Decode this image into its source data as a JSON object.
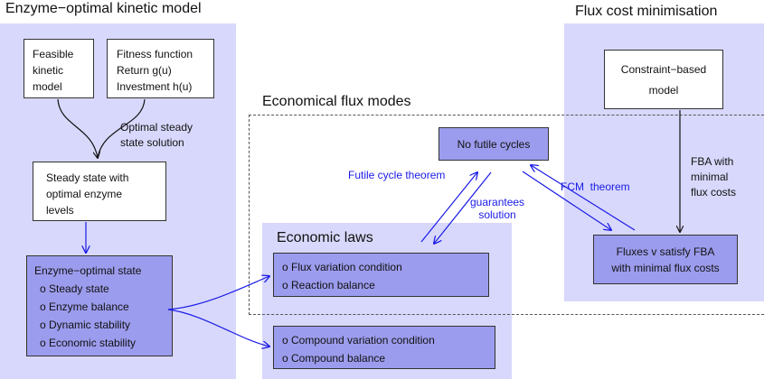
{
  "left_panel": {
    "title": "Enzyme−optimal kinetic model",
    "feasible_model": [
      "Feasible",
      "kinetic",
      "model"
    ],
    "fitness_function": [
      "Fitness function",
      "Return g(u)",
      "Investment h(u)"
    ],
    "optimal_label": [
      "Optimal steady",
      "state solution"
    ],
    "steady_state": [
      "Steady state with",
      "optimal enzyme",
      "levels"
    ],
    "enzyme_optimal_state": {
      "title": "Enzyme−optimal state",
      "items": [
        "o Steady state",
        "o Enzyme balance",
        "o Dynamic stability",
        "o Economic stability"
      ]
    }
  },
  "right_panel": {
    "title": "Flux cost minimisation",
    "constraint_box": [
      "Constraint−based",
      "model"
    ],
    "fba_label": [
      "FBA with",
      "minimal",
      "flux costs"
    ],
    "fluxes_box": [
      "Fluxes v satisfy FBA",
      "with minimal flux costs"
    ]
  },
  "efm": {
    "title": "Economical flux modes",
    "no_futile": "No futile cycles",
    "futile_theorem": "Futile cycle theorem",
    "guarantees": [
      "guarantees",
      "solution"
    ],
    "fcm_theorem": "FCM  theorem"
  },
  "economic_laws": {
    "title": "Economic laws",
    "flux_box": [
      "o Flux variation condition",
      "o Reaction balance"
    ],
    "compound_box": [
      "o Compound variation condition",
      "o Compound  balance"
    ]
  },
  "colors": {
    "panel": "#d8d8fc",
    "box_blue": "#9c9cee",
    "arrow_blue": "#1a1ae6"
  }
}
